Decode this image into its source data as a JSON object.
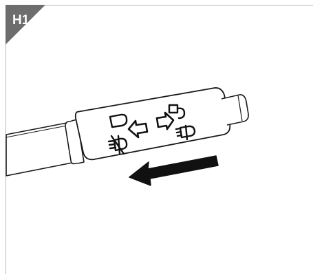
{
  "figure": {
    "label": "H1",
    "tag_color": "#6d6d6d"
  },
  "lever": {
    "symbols": [
      "headlamp-low-beam-symbol",
      "arrow-left-symbol",
      "arrow-right-symbol",
      "headlamp-high-beam-symbol",
      "flash-to-pass-symbol",
      "lights-off-symbol"
    ],
    "motion_indicator": "arrow-pull-toward-driver"
  }
}
